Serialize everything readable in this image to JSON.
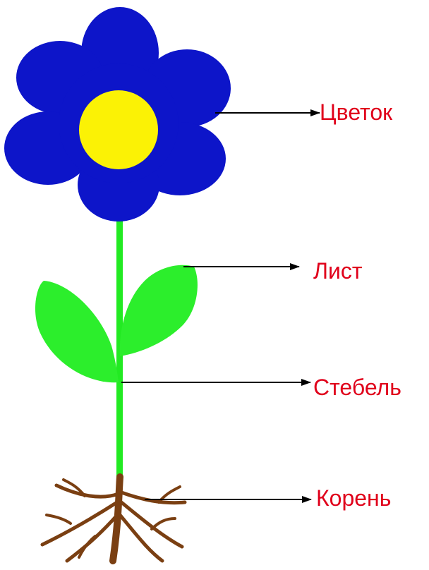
{
  "labels": {
    "flower": "Цветок",
    "leaf": "Лист",
    "stem": "Стебель",
    "root": "Корень"
  },
  "colors": {
    "petals": "#0d15c9",
    "center": "#fbf205",
    "stem": "#22ea22",
    "leaves": "#2cee2c",
    "roots": "#7a3f12",
    "label": "#e0001b",
    "arrow": "#000000"
  }
}
